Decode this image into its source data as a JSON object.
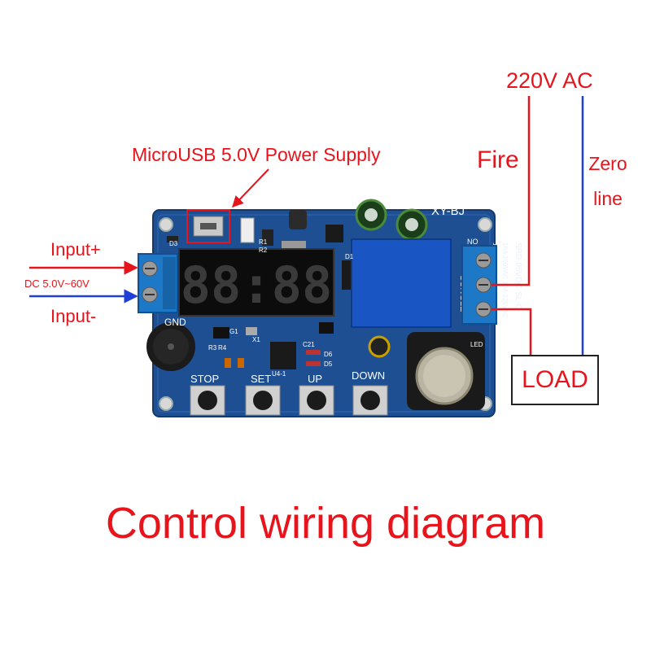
{
  "labels": {
    "usb": "MicroUSB 5.0V Power Supply",
    "ac": "220V AC",
    "fire": "Fire",
    "zero": "Zero line",
    "input_plus": "Input+",
    "input_range": "DC 5.0V~60V",
    "input_minus": "Input-",
    "load": "LOAD",
    "title": "Control wiring diagram"
  },
  "board": {
    "model": "XY-BJ",
    "gnd": "GND",
    "buttons": [
      "STOP",
      "SET",
      "UP",
      "DOWN"
    ],
    "relay_text": [
      "SRD-05VDC-SL-C",
      "10A 250VAC 10A 125VAC",
      "10A 30VDC 10A 28VDC",
      "SONGLE"
    ],
    "display": "88:88",
    "silk": [
      "D3",
      "D1",
      "R1",
      "R2",
      "R3",
      "R4",
      "C21",
      "D6",
      "D5",
      "G1",
      "X1",
      "U4-1",
      "LED",
      "NO"
    ]
  },
  "colors": {
    "label_red": "#e8141c",
    "wire_red": "#e8141c",
    "wire_blue": "#1f3fd6",
    "pcb": "#1e4f92",
    "terminal": "#1d78c8"
  }
}
